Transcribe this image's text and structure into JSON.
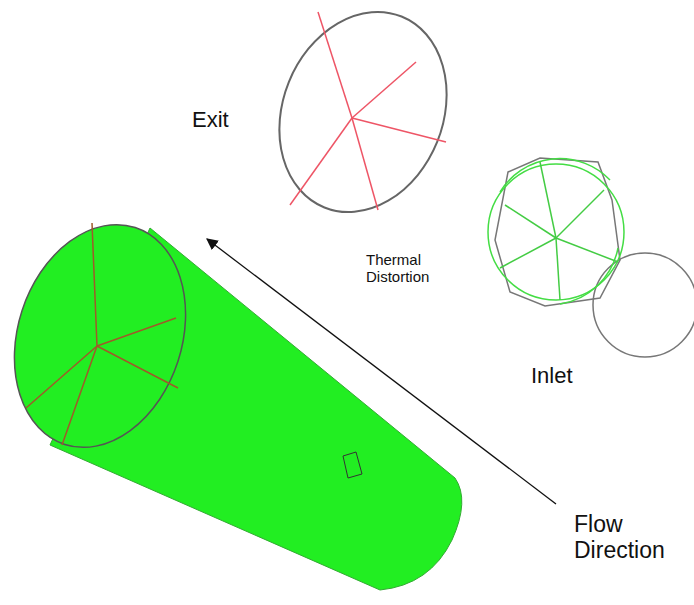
{
  "diagram": {
    "labels": [
      "Exit",
      "Thermal Distortion",
      "Inlet",
      "Flow Direction"
    ]
  }
}
